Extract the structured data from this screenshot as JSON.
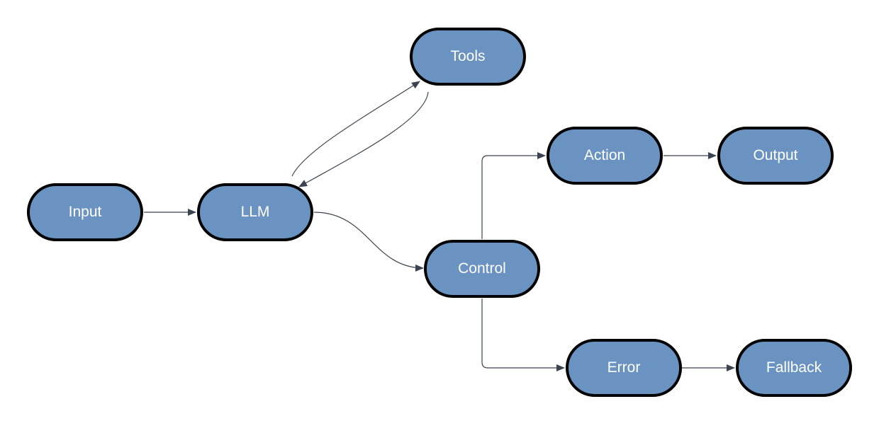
{
  "colors": {
    "node_fill": "#6a93c2",
    "node_border": "#000000",
    "node_text": "#ffffff",
    "edge": "#3b4250",
    "background": "#ffffff"
  },
  "nodes": {
    "tools": "Tools",
    "input": "Input",
    "llm": "LLM",
    "action": "Action",
    "output": "Output",
    "control": "Control",
    "error": "Error",
    "fallback": "Fallback"
  },
  "edges": [
    {
      "from": "Input",
      "to": "LLM"
    },
    {
      "from": "LLM",
      "to": "Tools"
    },
    {
      "from": "Tools",
      "to": "LLM"
    },
    {
      "from": "LLM",
      "to": "Control"
    },
    {
      "from": "Control",
      "to": "Action"
    },
    {
      "from": "Action",
      "to": "Output"
    },
    {
      "from": "Control",
      "to": "Error"
    },
    {
      "from": "Error",
      "to": "Fallback"
    }
  ]
}
